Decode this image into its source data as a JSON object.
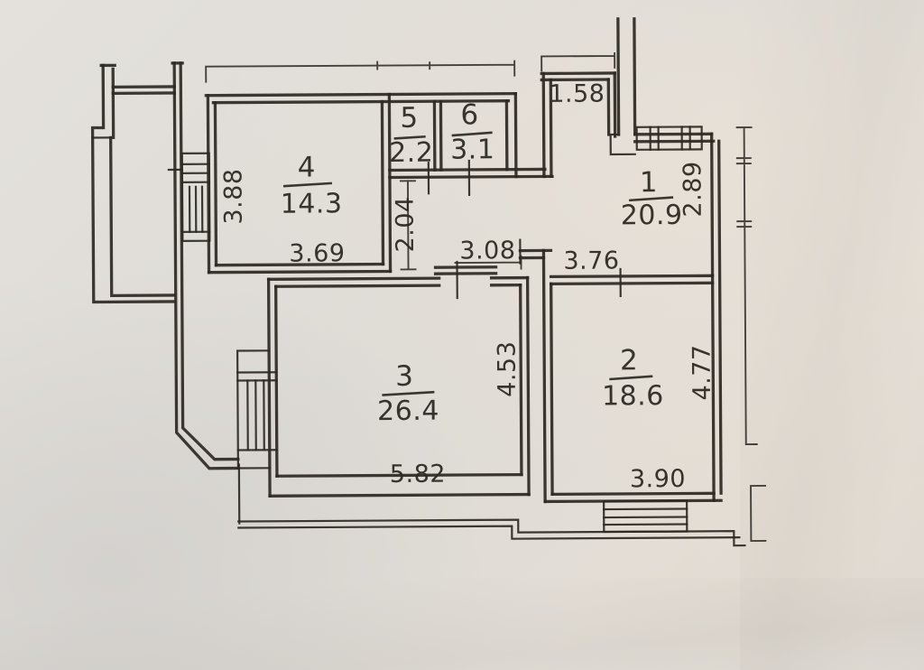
{
  "plan": {
    "title": "apartment-floor-plan",
    "rooms": [
      {
        "number": "4",
        "area": "14.3"
      },
      {
        "number": "5",
        "area": "2.2"
      },
      {
        "number": "6",
        "area": "3.1"
      },
      {
        "number": "1",
        "area": "20.9"
      },
      {
        "number": "3",
        "area": "26.4"
      },
      {
        "number": "2",
        "area": "18.6"
      }
    ],
    "dims": [
      {
        "label": "3.88"
      },
      {
        "label": "3.69"
      },
      {
        "label": "2.04"
      },
      {
        "label": "3.08"
      },
      {
        "label": "1.58"
      },
      {
        "label": "2.89"
      },
      {
        "label": "3.76"
      },
      {
        "label": "4.53"
      },
      {
        "label": "5.82"
      },
      {
        "label": "4.77"
      },
      {
        "label": "3.90"
      }
    ],
    "colors": {
      "paper": "#e1ded8",
      "ink": "#2e2a24"
    }
  }
}
